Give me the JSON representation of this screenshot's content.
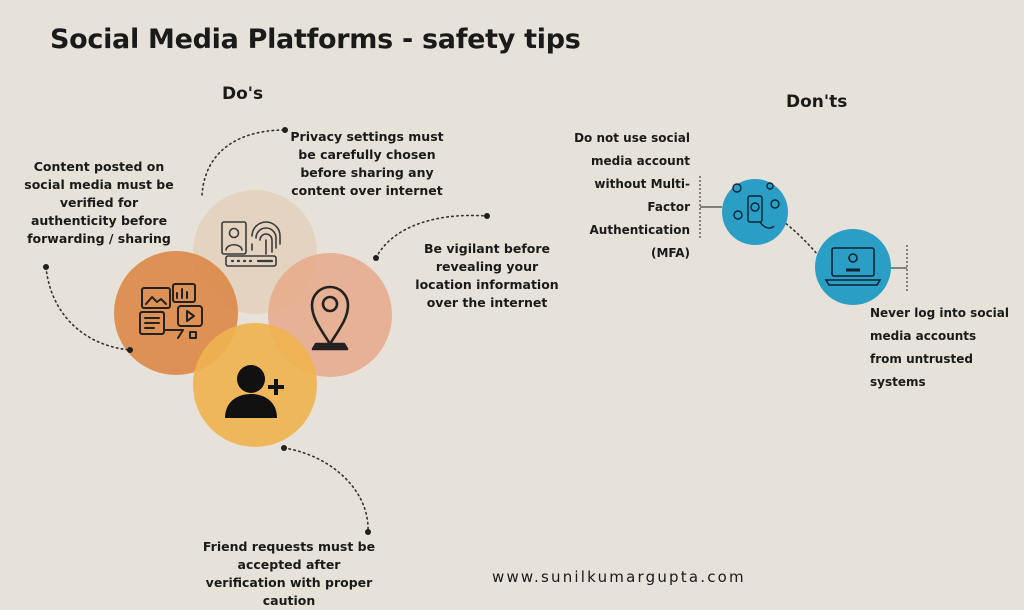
{
  "title": "Social Media Platforms - safety tips",
  "dos": {
    "heading": "Do's",
    "tips": {
      "content": "Content posted on social media must be verified for authenticity before forwarding / sharing",
      "privacy": "Privacy settings must be carefully chosen before sharing any content over internet",
      "location": "Be vigilant before revealing your location information over the internet",
      "friend": "Friend requests must be accepted after verification with proper caution"
    },
    "circle_colors": {
      "privacy": "#e2d2bd",
      "content": "#dc8a4a",
      "location": "#e6ac8c",
      "friend": "#f0b24e"
    }
  },
  "donts": {
    "heading": "Don'ts",
    "tips": {
      "mfa": "Do not use social media account without Multi-Factor Authentication (MFA)",
      "untrusted": "Never log into social media accounts from untrusted systems"
    },
    "circle_color": "#2b9ec6"
  },
  "icons": [
    "content-media-icon",
    "fingerprint-id-icon",
    "location-pin-icon",
    "add-user-icon",
    "phone-social-icon",
    "laptop-login-icon"
  ],
  "website": "www.sunilkumargupta.com"
}
